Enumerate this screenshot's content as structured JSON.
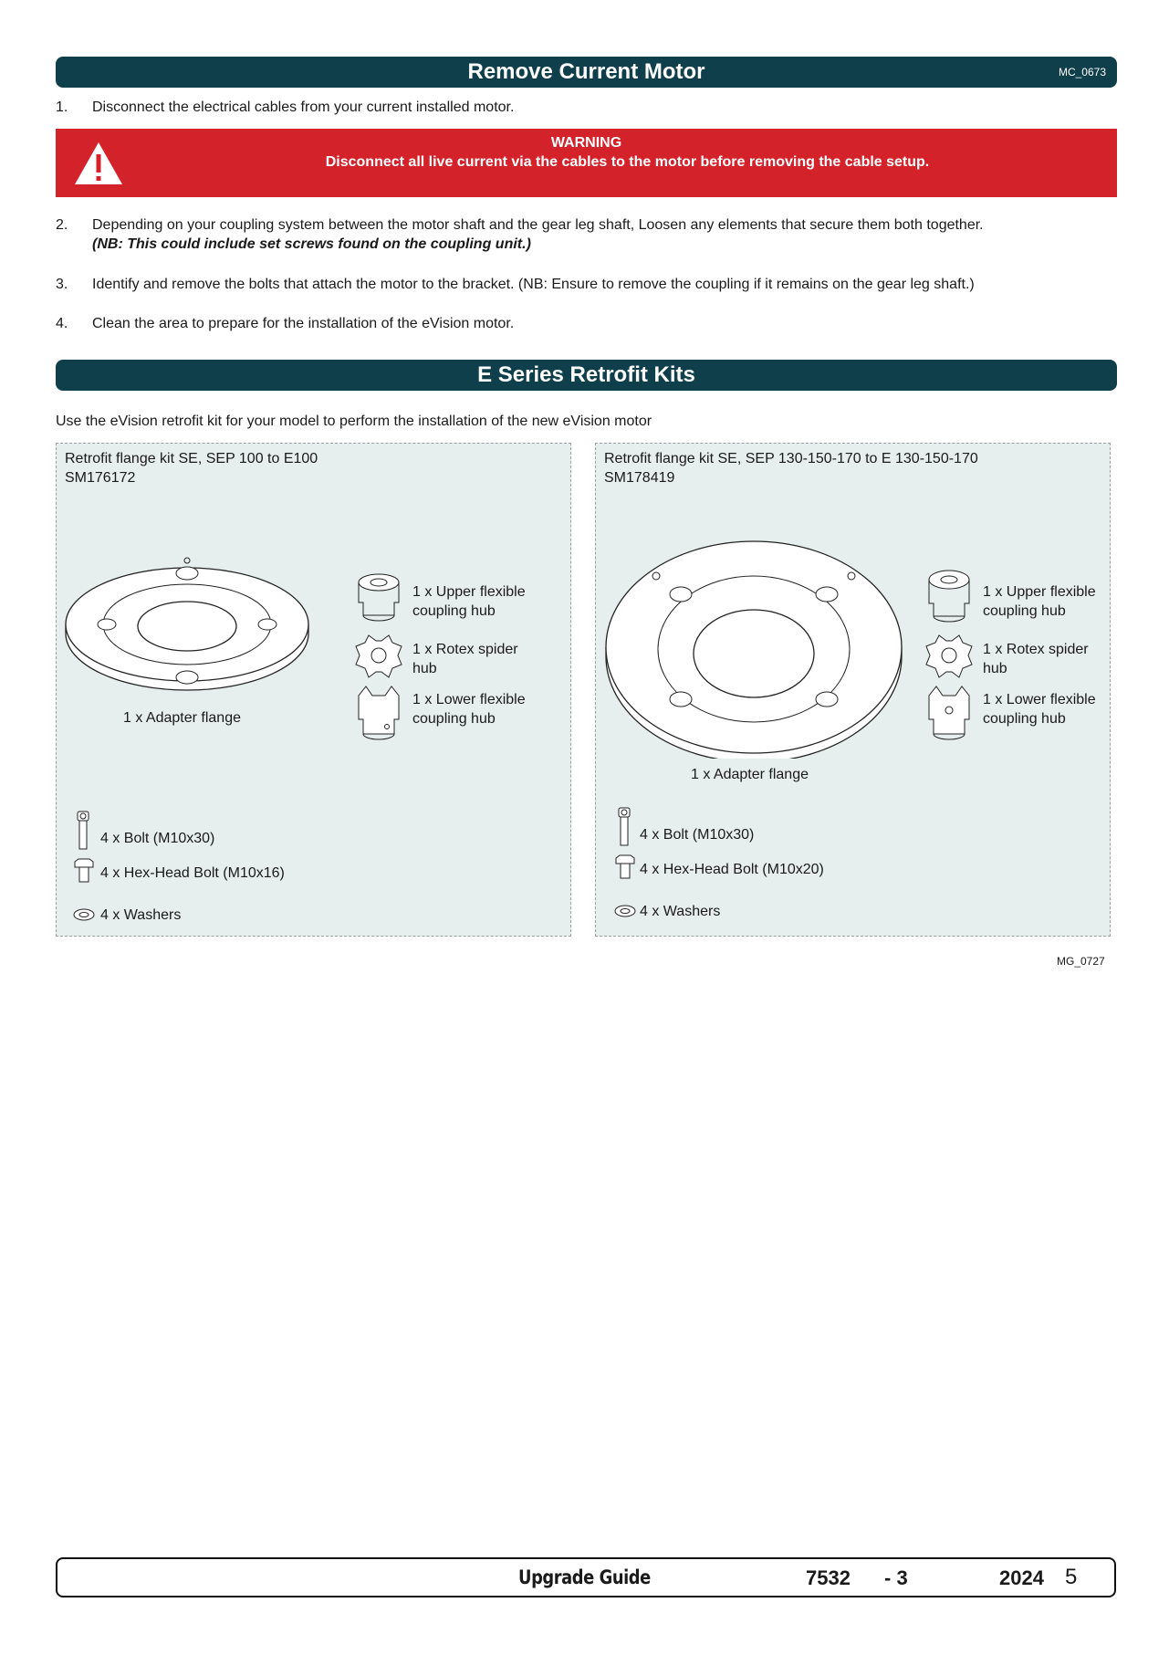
{
  "section1": {
    "title": "Remove Current Motor",
    "code": "MC_0673",
    "steps": [
      {
        "num": "1.",
        "text": "Disconnect the electrical cables from your current installed motor."
      },
      {
        "num": "2.",
        "text": "Depending on your coupling system between the motor shaft and the gear leg shaft, Loosen any elements that secure them both together.",
        "note": "(NB: This could include set screws found on the coupling unit.)"
      },
      {
        "num": "3.",
        "text": "Identify and remove the bolts that attach the motor to the bracket. (NB: Ensure to remove the coupling if it remains on the gear leg shaft.)"
      },
      {
        "num": "4.",
        "text": "Clean the area to prepare for the installation of the eVision motor."
      }
    ],
    "warning": {
      "label": "WARNING",
      "message": "Disconnect all live current via the cables to the motor before removing the cable setup.",
      "color": "#d4222b"
    }
  },
  "section2": {
    "title": "E Series Retrofit Kits",
    "intro": "Use the eVision retrofit kit for your model to perform the installation of the new eVision motor",
    "figure_code": "MG_0727",
    "kits": [
      {
        "name": "Retrofit flange kit SE, SEP 100 to E100",
        "part": "SM176172",
        "adapter": "1 x Adapter flange",
        "upper": [
          "1 x Upper flexible",
          "coupling hub"
        ],
        "spider": [
          "1 x Rotex spider",
          "hub"
        ],
        "lower": [
          "1 x Lower flexible",
          "coupling hub"
        ],
        "bolt": "4 x Bolt (M10x30)",
        "hexbolt": "4 x Hex-Head Bolt (M10x16)",
        "washers": "4 x Washers"
      },
      {
        "name": "Retrofit flange kit SE, SEP 130-150-170 to E 130-150-170",
        "part": "SM178419",
        "adapter": "1 x Adapter flange",
        "upper": [
          "1 x Upper flexible",
          "coupling hub"
        ],
        "spider": [
          "1 x Rotex spider",
          "hub"
        ],
        "lower": [
          "1 x Lower flexible",
          "coupling hub"
        ],
        "bolt": "4 x Bolt (M10x30)",
        "hexbolt": "4 x Hex-Head Bolt (M10x20)",
        "washers": "4 x Washers"
      }
    ]
  },
  "footer": {
    "title": "Upgrade Guide",
    "doc": "7532",
    "rev": "- 3",
    "year": "2024",
    "page": "5"
  },
  "colors": {
    "banner": "#0e3f4a",
    "warning": "#d4222b",
    "kit_bg": "#e6efed"
  }
}
